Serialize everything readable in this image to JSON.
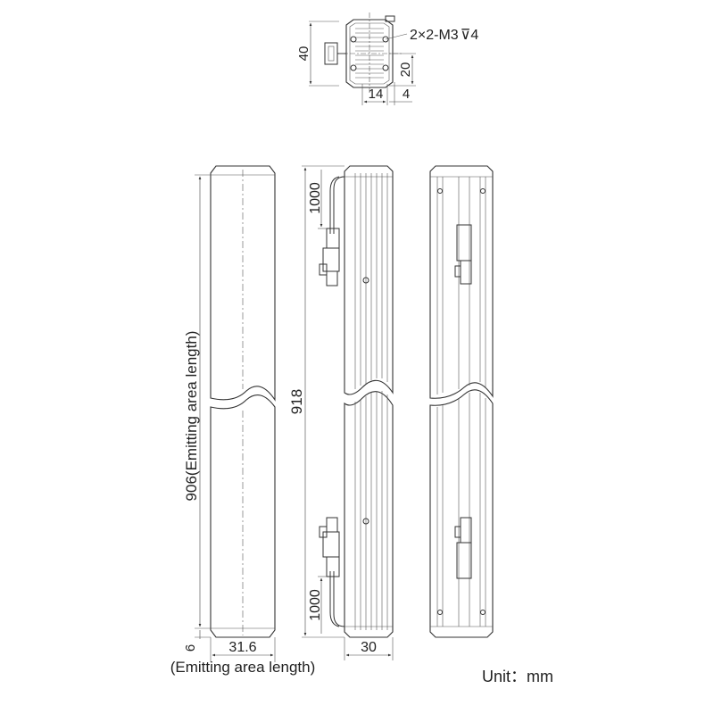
{
  "end_view": {
    "hole_note": "2×2-M3",
    "hole_depth": "4",
    "height": "40",
    "hole_spacing_vertical": "20",
    "offset_14": "14",
    "offset_4": "4"
  },
  "front_view": {
    "emitting_length": "906(Emitting area length)",
    "width": "31.6",
    "emitting_offset": "6",
    "width_note": "(Emitting area length)"
  },
  "side_view": {
    "total_length": "918",
    "cable_top": "1000",
    "cable_bottom": "1000",
    "depth": "30"
  },
  "unit_label": "Unit：mm"
}
